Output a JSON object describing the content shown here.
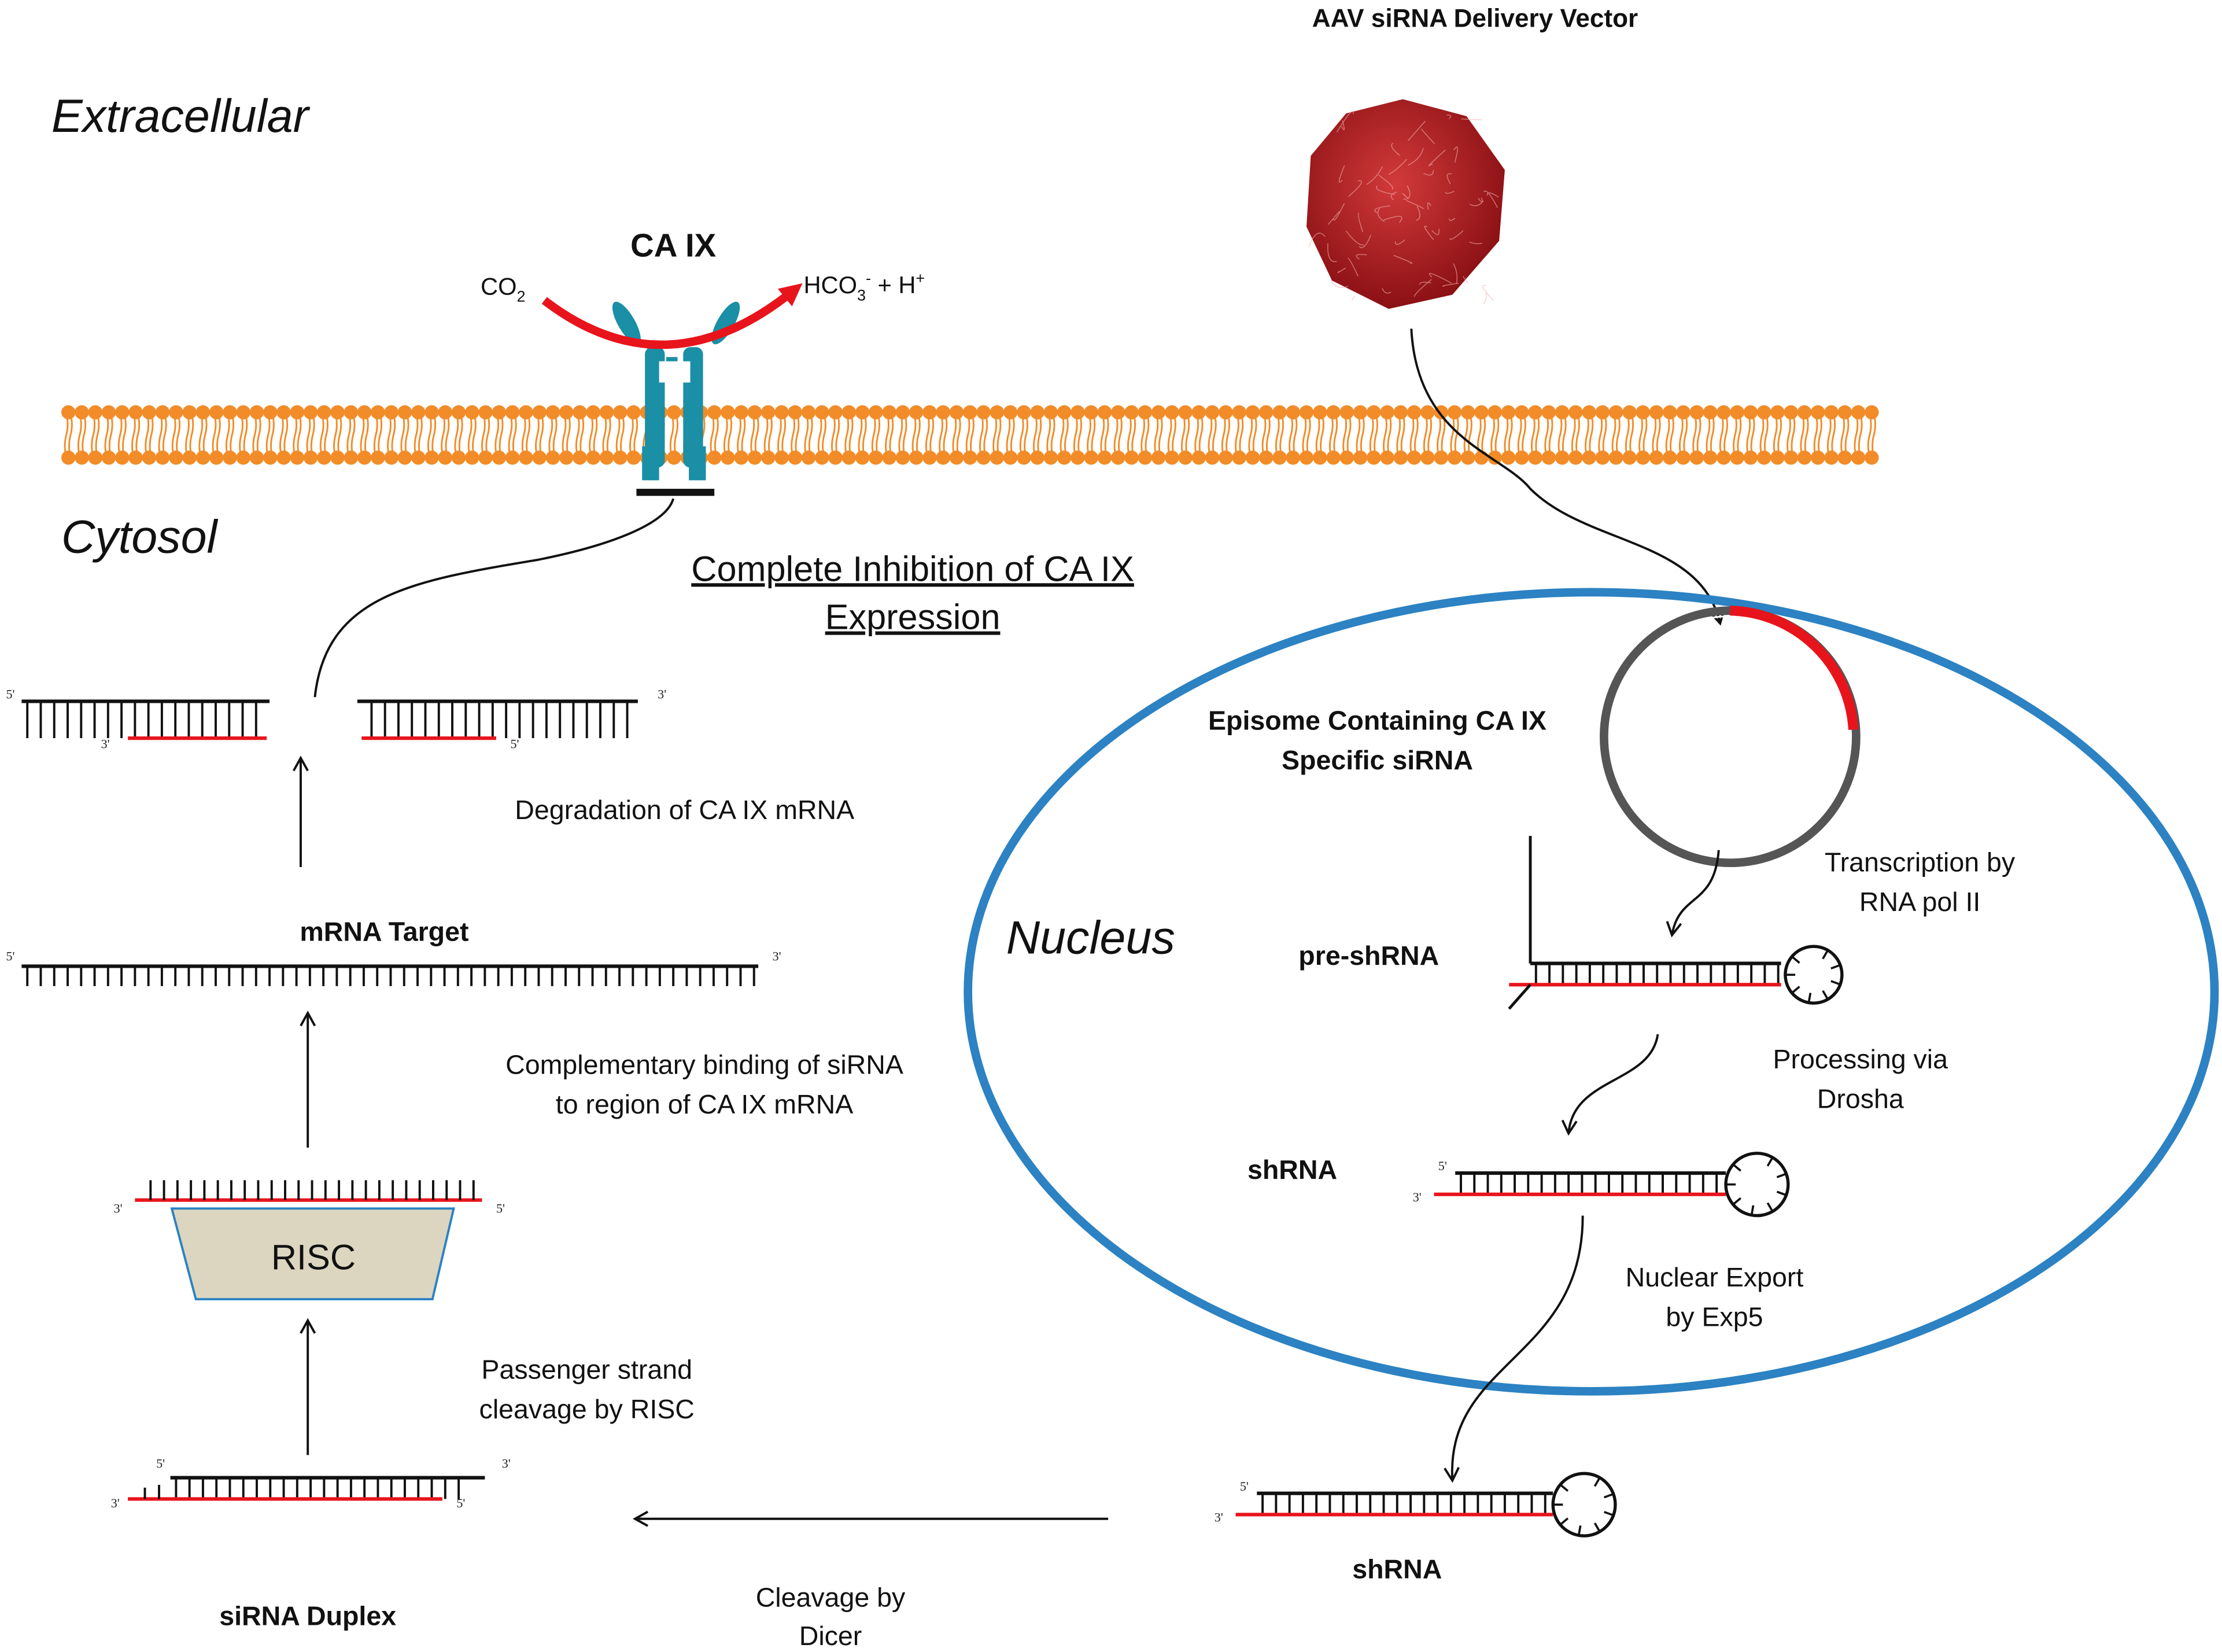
{
  "regions": {
    "extracellular": "Extracellular",
    "cytosol": "Cytosol",
    "nucleus": "Nucleus"
  },
  "vector": {
    "title": "AAV siRNA Delivery Vector"
  },
  "protein": {
    "name": "CA IX",
    "substrate": "CO",
    "substrate_sub": "2",
    "product_a": "HCO",
    "product_a_sub": "3",
    "product_a_sup": "-",
    "product_join": " + H",
    "product_b_sup": "+"
  },
  "labels": {
    "inhibition_1": "Complete Inhibition of CA IX",
    "inhibition_2": "Expression",
    "degradation": "Degradation of CA IX mRNA",
    "mrna_target": "mRNA Target",
    "binding_1": "Complementary binding of siRNA",
    "binding_2": "to region of CA IX mRNA",
    "risc": "RISC",
    "passenger_1": "Passenger strand",
    "passenger_2": "cleavage by RISC",
    "sirna_duplex": "siRNA Duplex",
    "dicer_1": "Cleavage by",
    "dicer_2": "Dicer",
    "shrna_cyto": "shRNA",
    "episome_1": "Episome Containing CA IX",
    "episome_2": "Specific siRNA",
    "transcription_1": "Transcription by",
    "transcription_2": "RNA pol II",
    "pre_shrna": "pre-shRNA",
    "processing_1": "Processing via",
    "processing_2": "Drosha",
    "shrna_nuc": "shRNA",
    "export_1": "Nuclear Export",
    "export_2": "by Exp5",
    "p5": "5'",
    "p3": "3'"
  },
  "colors": {
    "membrane": "#f28c28",
    "protein": "#1a8fa5",
    "nucleus": "#2c82c2",
    "guide_strand": "#e8141c",
    "risc_fill": "#dcd6c0",
    "virus": "#a8161c"
  }
}
